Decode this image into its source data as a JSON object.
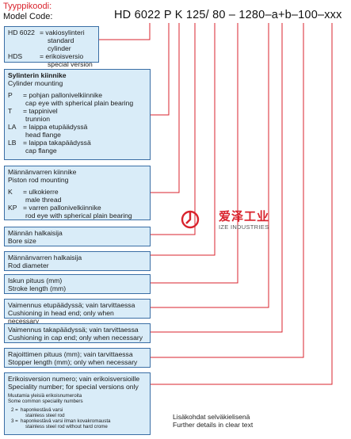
{
  "header": {
    "title_fi": "Tyyppikoodi:",
    "title_en": "Model Code:",
    "code_parts": [
      "HD 6022",
      "P",
      "K",
      "125",
      "/",
      "80",
      "–",
      "1280",
      "–",
      "a",
      "+",
      "b",
      "–",
      "100",
      "–",
      "xxx"
    ]
  },
  "box1": {
    "rows": [
      {
        "k": "HD 6022",
        "v1": "= vakiosylinteri",
        "v2": "standard cylinder"
      },
      {
        "k": "HDS",
        "v1": "= erikoisversio",
        "v2": "special version"
      }
    ]
  },
  "box2": {
    "title_fi": "Sylinterin kiinnike",
    "title_en": "Cylinder mounting",
    "rows": [
      {
        "k": "P",
        "v1": "= pohjan pallonivelkiinnike",
        "v2": "cap eye with spherical plain bearing"
      },
      {
        "k": "T",
        "v1": "= tappinivel",
        "v2": "trunnion"
      },
      {
        "k": "LA",
        "v1": "= laippa etupäädyssä",
        "v2": "head flange"
      },
      {
        "k": "LB",
        "v1": "= laippa takapäädyssä",
        "v2": "cap flange"
      }
    ]
  },
  "box3": {
    "title_fi": "Männänvarren kiinnike",
    "title_en": "Piston rod mounting",
    "rows": [
      {
        "k": "K",
        "v1": "= ulkokierre",
        "v2": "male thread"
      },
      {
        "k": "KP",
        "v1": "= varren pallonivelkiinnike",
        "v2": "rod eye with spherical plain bearing"
      }
    ]
  },
  "box4": {
    "fi": "Männän halkaisija",
    "en": "Bore size"
  },
  "box5": {
    "fi": "Männänvarren halkaisija",
    "en": "Rod diameter"
  },
  "box6": {
    "fi": "Iskun pituus (mm)",
    "en": "Stroke length (mm)"
  },
  "box7": {
    "fi": "Vaimennus etupäädyssä; vain tarvittaessa",
    "en": "Cushioning in head end; only when necessary"
  },
  "box8": {
    "fi": "Vaimennus takapäädyssä; vain tarvittaessa",
    "en": "Cushioning in cap end; only when necessary"
  },
  "box9": {
    "fi": "Rajoittimen pituus (mm); vain tarvittaessa",
    "en": "Stopper length (mm); only when necessary"
  },
  "box10": {
    "fi": "Erikoisversion numero; vain erikoisversioille",
    "en": "Speciality number; for special versions only",
    "small1": "Muutamia yleisiä erikoisnumeroita",
    "small2": "Some common speciality numbers",
    "items": [
      {
        "k": "2 =",
        "v1": "haponkestävä varsi",
        "v2": "stainless steel rod"
      },
      {
        "k": "3 =",
        "v1": "haponkestävä varsi ilman kovakromausta",
        "v2": "stainless steel rod without hard crome"
      }
    ]
  },
  "logo": {
    "cn": "爱泽工业",
    "en": "IZE INDUSTRIES"
  },
  "footer": {
    "fi": "Lisäkohdat selväkielisenä",
    "en": "Further details in clear text"
  },
  "colors": {
    "box_fill": "#d9ecf8",
    "box_border": "#3a6ea5",
    "line_red": "#d9232d"
  }
}
